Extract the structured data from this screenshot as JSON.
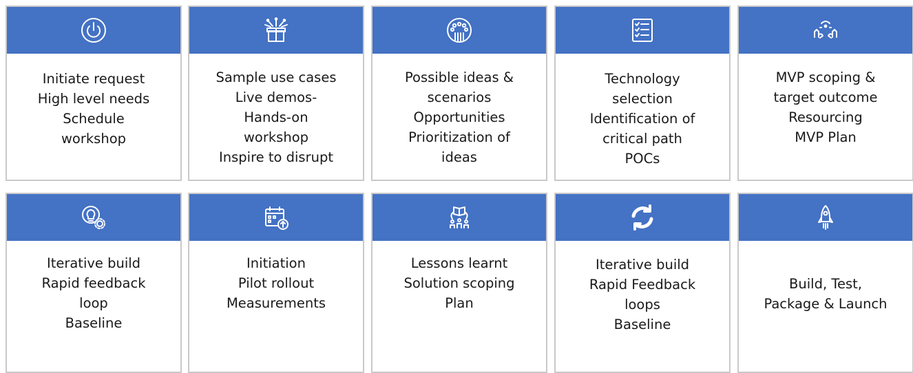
{
  "theme": {
    "header_color": "#4472c4",
    "border_color": "#c9c9c9",
    "text_color": "#1a1a1a"
  },
  "cards": [
    {
      "icon": "power-icon",
      "lines": [
        "Initiate request",
        "High level needs",
        "Schedule",
        "workshop"
      ]
    },
    {
      "icon": "gift-box-icon",
      "lines": [
        "Sample use cases",
        "Live demos-",
        "Hands-on",
        "workshop",
        "Inspire to disrupt"
      ]
    },
    {
      "icon": "people-group-icon",
      "lines": [
        "Possible ideas &",
        "scenarios",
        "Opportunities",
        "Prioritization of",
        "ideas"
      ]
    },
    {
      "icon": "checklist-icon",
      "lines": [
        "Technology",
        "selection",
        "Identification of",
        "critical path",
        "POCs"
      ]
    },
    {
      "icon": "hands-target-icon",
      "lines": [
        "MVP scoping &",
        "target outcome",
        "Resourcing",
        "MVP Plan"
      ]
    },
    {
      "icon": "lightbulb-gear-icon",
      "lines": [
        "Iterative build",
        "Rapid feedback",
        "loop",
        "Baseline"
      ]
    },
    {
      "icon": "calendar-upload-icon",
      "lines": [
        "Initiation",
        "Pilot rollout",
        "Measurements"
      ]
    },
    {
      "icon": "book-team-icon",
      "lines": [
        "Lessons learnt",
        "Solution scoping",
        "Plan"
      ]
    },
    {
      "icon": "refresh-icon",
      "lines": [
        "Iterative build",
        "Rapid Feedback",
        "loops",
        "Baseline"
      ]
    },
    {
      "icon": "rocket-icon",
      "lines": [
        "Build, Test,",
        "Package & Launch"
      ]
    }
  ]
}
